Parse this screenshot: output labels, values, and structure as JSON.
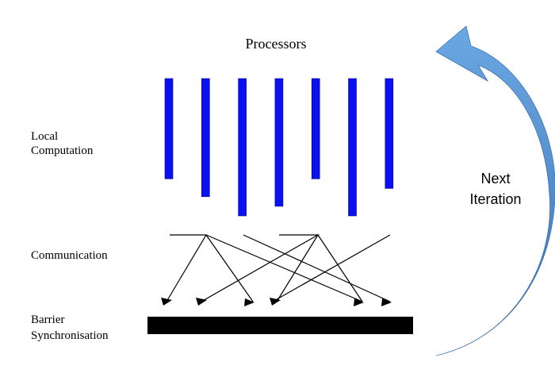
{
  "title": "Processors",
  "phases": {
    "local_computation": [
      "Local",
      "Computation"
    ],
    "communication": [
      "Communication"
    ],
    "barrier": [
      "Barrier",
      "Synchronisation"
    ]
  },
  "loop_label": [
    "Next",
    "Iteration"
  ],
  "processors": {
    "count": 7,
    "bar_length_fraction": [
      0.73,
      0.86,
      1.0,
      0.93,
      0.73,
      1.0,
      0.8
    ]
  },
  "colors": {
    "processor_bar": "#0a10f0",
    "processor_edge": "#00008b",
    "barrier": "#000000",
    "arrow_light": "#6aa7e4",
    "arrow_dark": "#3f73b0",
    "text": "#000000"
  }
}
